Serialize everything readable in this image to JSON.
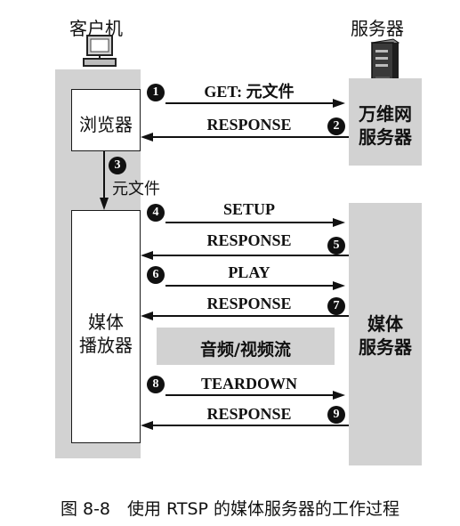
{
  "client": {
    "title": "客户机",
    "browser_label": "浏览器",
    "player_label_line1": "媒体",
    "player_label_line2": "播放器"
  },
  "servers": {
    "title": "服务器",
    "web_label_line1": "万维网",
    "web_label_line2": "服务器",
    "media_label_line1": "媒体",
    "media_label_line2": "服务器"
  },
  "stream_label": "音频/视频流",
  "step3_label": "元文件",
  "steps": [
    {
      "num": "1",
      "label": "GET: 元文件"
    },
    {
      "num": "2",
      "label": "RESPONSE"
    },
    {
      "num": "3",
      "label": ""
    },
    {
      "num": "4",
      "label": "SETUP"
    },
    {
      "num": "5",
      "label": "RESPONSE"
    },
    {
      "num": "6",
      "label": "PLAY"
    },
    {
      "num": "7",
      "label": "RESPONSE"
    },
    {
      "num": "8",
      "label": "TEARDOWN"
    },
    {
      "num": "9",
      "label": "RESPONSE"
    }
  ],
  "caption": "图 8-8　使用 RTSP 的媒体服务器的工作过程"
}
